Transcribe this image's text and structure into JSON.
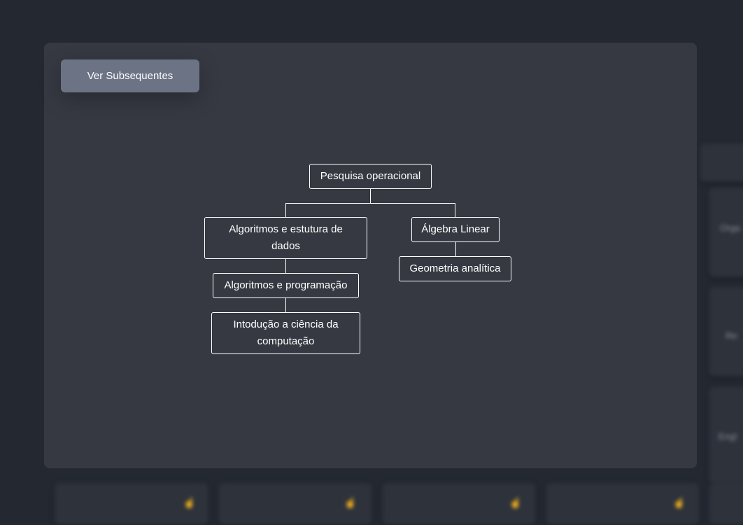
{
  "toolbar": {
    "subsequent_label": "Ver Subsequentes"
  },
  "tree": {
    "root": "Pesquisa operacional",
    "left_child": "Algoritmos e estutura de dados",
    "left_grandchild": "Algoritmos e programação",
    "left_great_grandchild": "Intodução a ciência da computação",
    "right_child": "Álgebra Linear",
    "right_grandchild": "Geometria analítica"
  },
  "background": {
    "card_labels": [
      "Orga",
      "Re",
      "Engl"
    ]
  },
  "colors": {
    "page_bg": "#232831",
    "modal_bg": "#363942",
    "button_bg": "#6b7385",
    "node_border": "#ffffff"
  }
}
